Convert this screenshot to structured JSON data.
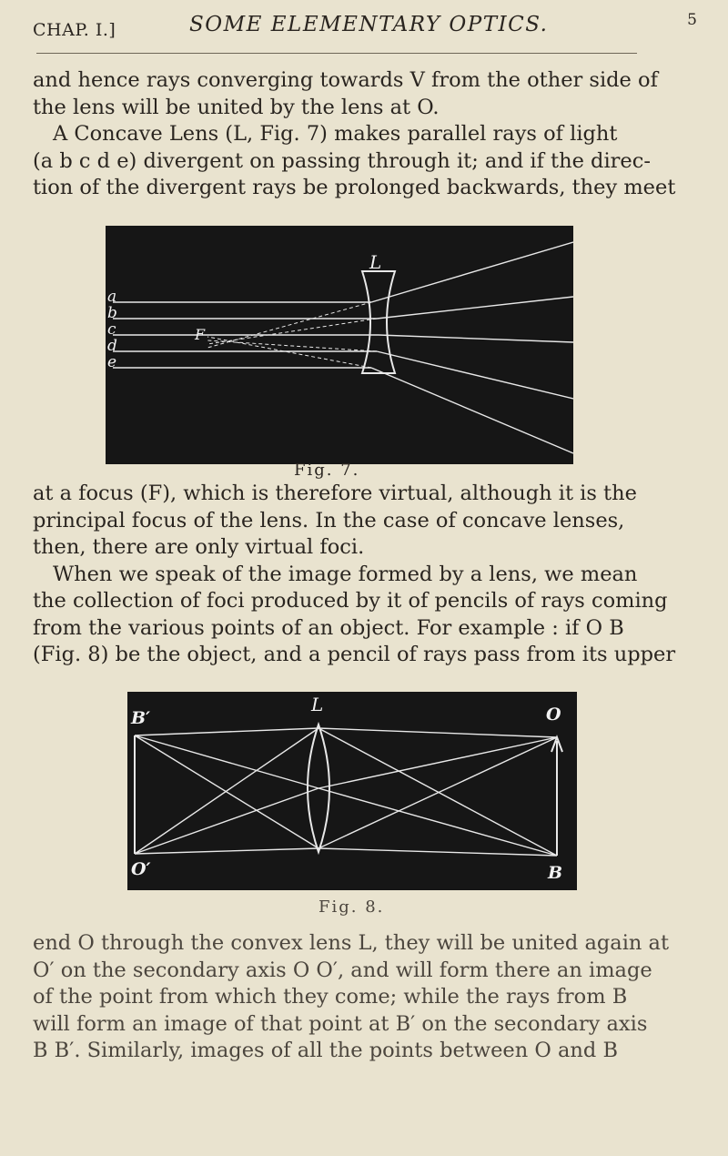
{
  "header": {
    "chapter": "CHAP. I.]",
    "title": "SOME ELEMENTARY OPTICS.",
    "page_number": "5"
  },
  "paragraphs": {
    "p1": [
      "and hence rays converging towards V from the other side of",
      "the lens will be united by the lens at O.",
      "A Concave Lens (L, Fig. 7) makes parallel rays of light",
      "(a b c d e) divergent on passing through it; and if the direc-",
      "tion of the divergent rays be prolonged backwards, they meet"
    ],
    "p2": [
      "at a focus (F), which is therefore virtual, although it is the",
      "principal focus of the lens. In the case of concave lenses,",
      "then, there are only virtual foci.",
      "When we speak of the image formed by a lens, we mean",
      "the collection of foci produced by it of pencils of rays coming",
      "from the various points of an object. For example : if O B",
      "(Fig. 8) be the object, and a pencil of rays pass from its upper"
    ],
    "p3": [
      "end O through the convex lens L, they will be united again at",
      "O′ on the secondary axis O O′, and will form there an image",
      "of the point from which they come; while the rays from B",
      "will form an image of that point at B′ on the secondary axis",
      "B B′. Similarly, images of all the points between O and B"
    ]
  },
  "figure7": {
    "caption": "Fig. 7.",
    "labels": {
      "lens": "L",
      "focus": "F",
      "rays": [
        "a",
        "b",
        "c",
        "d",
        "e"
      ]
    }
  },
  "figure8": {
    "caption": "Fig. 8.",
    "labels": {
      "lens": "L",
      "b_prime": "B′",
      "o": "O",
      "o_prime": "O′",
      "b": "B"
    }
  },
  "colors": {
    "paper": "#e9e3cf",
    "ink": "#2a2520",
    "plate": "#161616",
    "line": "#e8e8e8"
  }
}
